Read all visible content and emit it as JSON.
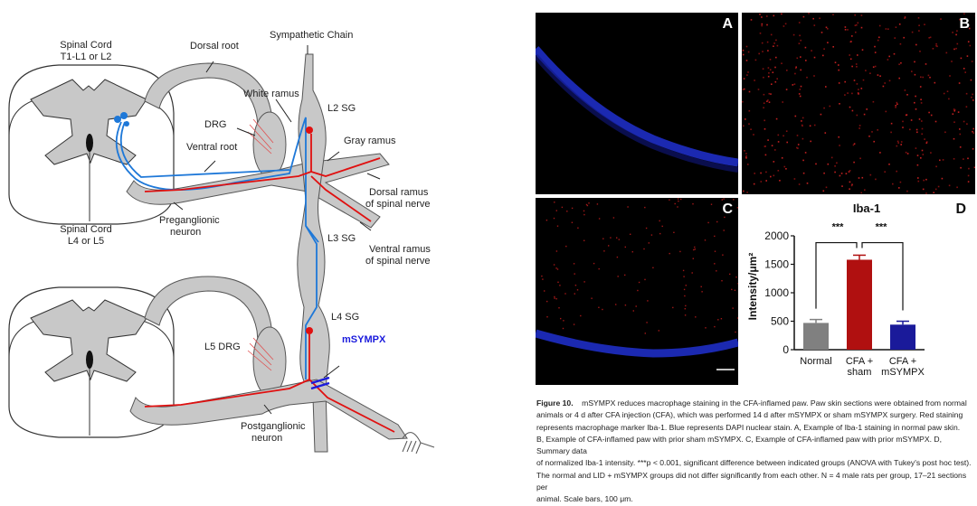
{
  "diagram": {
    "labels": {
      "spinal_cord_top": "Spinal Cord",
      "spinal_cord_top_levels": "T1-L1 or L2",
      "spinal_cord_mid": "Spinal Cord",
      "spinal_cord_mid_levels": "L4 or L5",
      "dorsal_root": "Dorsal root",
      "sympathetic_chain": "Sympathetic Chain",
      "white_ramus": "White ramus",
      "l2_sg": "L2 SG",
      "drg": "DRG",
      "gray_ramus": "Gray ramus",
      "ventral_root": "Ventral root",
      "dorsal_ramus": "Dorsal ramus",
      "dorsal_ramus_2": "of spinal nerve",
      "preganglionic": "Preganglionic",
      "preganglionic_2": "neuron",
      "l3_sg": "L3 SG",
      "ventral_ramus": "Ventral ramus",
      "ventral_ramus_2": "of spinal nerve",
      "l4_sg": "L4 SG",
      "msympx": "mSYMPX",
      "l5_drg": "L5 DRG",
      "postganglionic": "Postganglionic",
      "postganglionic_2": "neuron"
    },
    "colors": {
      "nerve_fill": "#c8c8c8",
      "nerve_stroke": "#555555",
      "blue_fiber": "#1e78d8",
      "red_fiber": "#e01010",
      "msympx_text": "#1a1adc"
    }
  },
  "micrographs": {
    "panels": [
      {
        "letter": "A"
      },
      {
        "letter": "B"
      },
      {
        "letter": "C"
      }
    ]
  },
  "chart_data": {
    "type": "bar",
    "panel_letter": "D",
    "title": "Iba-1",
    "ylabel": "Intensity/μm²",
    "ylim": [
      0,
      2000
    ],
    "yticks": [
      "0",
      "500",
      "1000",
      "1500",
      "2000"
    ],
    "categories": [
      "Normal",
      "CFA + sham",
      "CFA + mSYMPX"
    ],
    "category_lines": [
      [
        "Normal"
      ],
      [
        "CFA +",
        "sham"
      ],
      [
        "CFA +",
        "mSYMPX"
      ]
    ],
    "values": [
      470,
      1580,
      440
    ],
    "errors": [
      60,
      80,
      60
    ],
    "colors": [
      "#808080",
      "#b01010",
      "#1a1a9a"
    ],
    "significance": [
      "***",
      "***"
    ]
  },
  "caption": {
    "figure_label": "Figure 10.",
    "lines": [
      "mSYMPX reduces macrophage staining in the CFA-inflamed paw. Paw skin sections were obtained from normal",
      "animals or 4 d after CFA injection (CFA), which was performed 14 d after mSYMPX or sham mSYMPX surgery. Red staining",
      "represents macrophage marker Iba-1. Blue represents DAPI nuclear stain. A, Example of Iba-1 staining in normal paw skin.",
      "B, Example of CFA-inflamed paw with prior sham mSYMPX. C, Example of CFA-inflamed paw with prior mSYMPX. D, Summary data",
      "of normalized Iba-1 intensity. ***p < 0.001, significant difference between indicated groups (ANOVA with Tukey's post hoc test).",
      "The normal and LID + mSYMPX groups did not differ significantly from each other. N = 4 male rats per group, 17–21 sections per",
      "animal. Scale bars, 100 μm."
    ]
  }
}
